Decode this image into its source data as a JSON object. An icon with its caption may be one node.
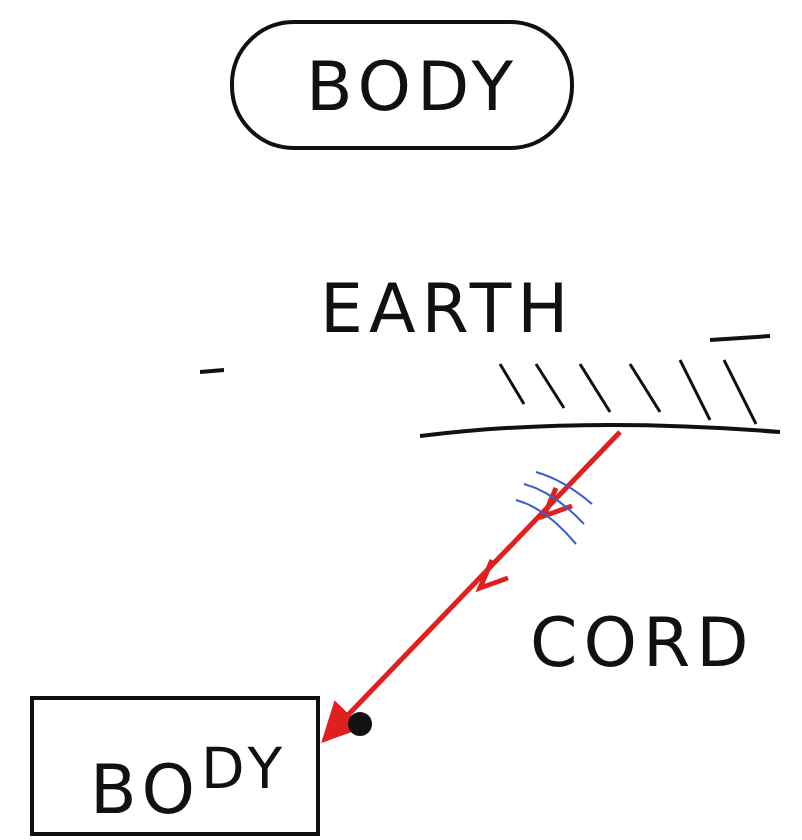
{
  "diagram": {
    "nodes": [
      {
        "text": [
          "BODY"
        ]
      },
      {
        "text": [
          "EARTH"
        ]
      },
      {
        "text": [
          "BO$^{DY}$"
        ]
      }
    ],
    "edges": [
      {
        "from": 1,
        "to": 2,
        "arrow": "to",
        "label": "CORD",
        "color": "#e02020"
      }
    ]
  }
}
